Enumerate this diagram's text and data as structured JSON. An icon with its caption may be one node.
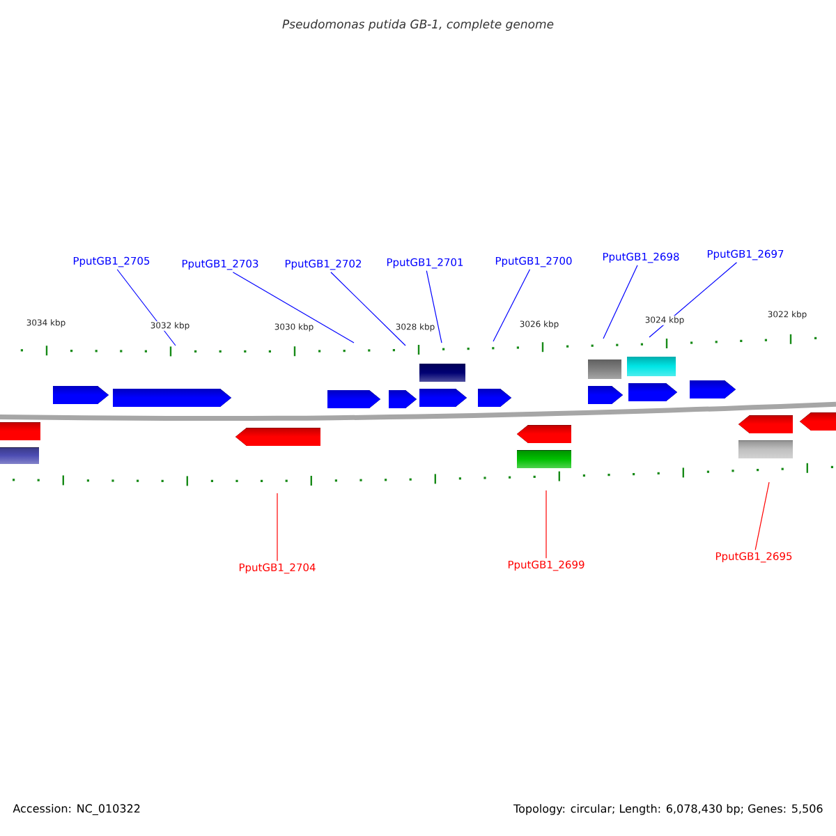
{
  "diagram": {
    "title": "Pseudomonas putida GB-1, complete genome",
    "nodes": [
      {
        "text": [
          "PputGB1_2705"
        ]
      },
      {
        "text": [
          "PputGB1_2703"
        ]
      },
      {
        "text": [
          "PputGB1_2702"
        ]
      },
      {
        "text": [
          "PputGB1_2701"
        ]
      },
      {
        "text": [
          "PputGB1_2700"
        ]
      },
      {
        "text": [
          "PputGB1_2698"
        ]
      },
      {
        "text": [
          "PputGB1_2697"
        ]
      },
      {
        "text": [
          "PputGB1_2704"
        ]
      },
      {
        "text": [
          "PputGB1_2699"
        ]
      },
      {
        "text": [
          "PputGB1_2695"
        ]
      }
    ],
    "edges": [
      {
        "from": 0,
        "to": null,
        "arrow": "none"
      },
      {
        "from": 1,
        "to": null,
        "arrow": "none"
      },
      {
        "from": 2,
        "to": null,
        "arrow": "none"
      },
      {
        "from": 3,
        "to": null,
        "arrow": "none"
      },
      {
        "from": 4,
        "to": null,
        "arrow": "none"
      },
      {
        "from": 5,
        "to": null,
        "arrow": "none"
      },
      {
        "from": 6,
        "to": null,
        "arrow": "none"
      },
      {
        "from": 7,
        "to": null,
        "arrow": "none",
        "color": "#ff0000"
      },
      {
        "from": 8,
        "to": null,
        "arrow": "none",
        "color": "#ff0000"
      },
      {
        "from": 9,
        "to": null,
        "arrow": "none",
        "color": "#ff0000"
      }
    ],
    "labels": [
      "3034 kbp",
      "3032 kbp",
      "3030 kbp",
      "3028 kbp",
      "3026 kbp",
      "3024 kbp",
      "3022 kbp",
      "Accession: NC_010322",
      "Topology: circular; Length: 6,078,430 bp; Genes: 5,506"
    ]
  }
}
